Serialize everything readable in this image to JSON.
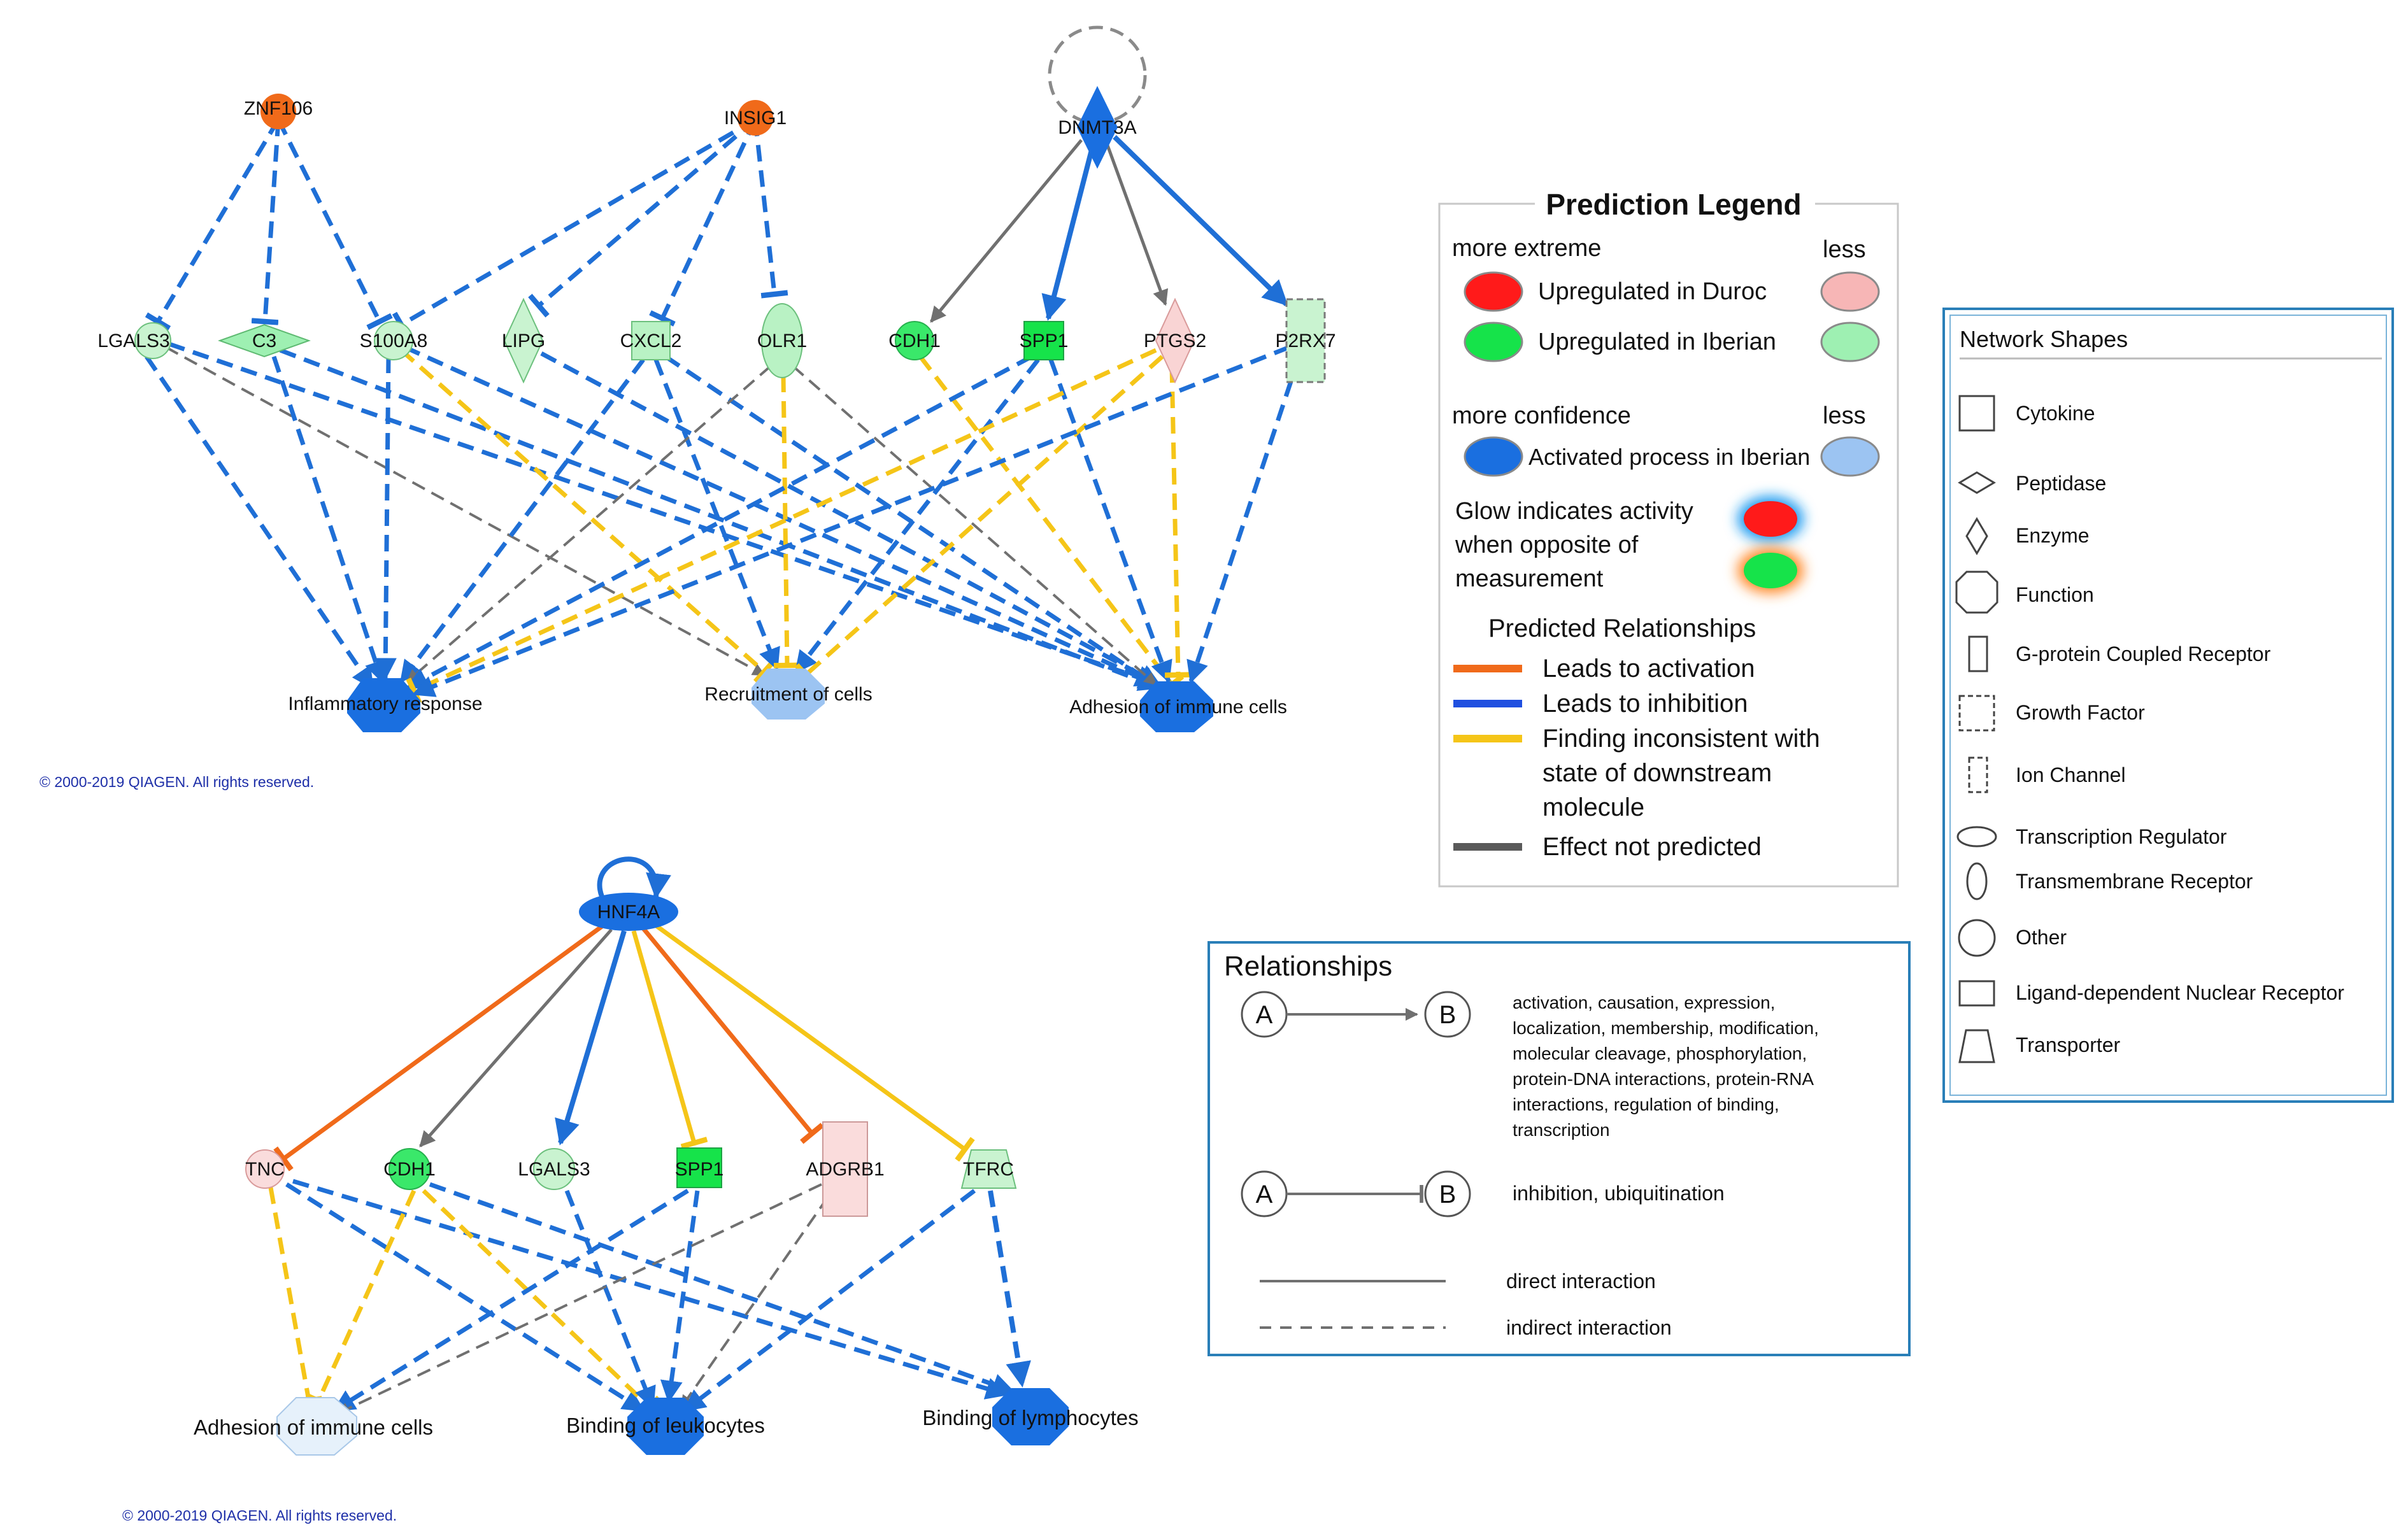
{
  "copyright": "© 2000-2019 QIAGEN. All rights reserved.",
  "top_network": {
    "molecules": {
      "znf106": "ZNF106",
      "insig1": "INSIG1",
      "dnmt3a": "DNMT3A",
      "lgals3": "LGALS3",
      "c3": "C3",
      "s100a8": "S100A8",
      "lipg": "LIPG",
      "cxcl2": "CXCL2",
      "olr1": "OLR1",
      "cdh1": "CDH1",
      "spp1": "SPP1",
      "ptgs2": "PTGS2",
      "p2rx7": "P2RX7"
    },
    "functions": {
      "inflammatory": "Inflammatory response",
      "recruitment": "Recruitment of cells",
      "adhesion": "Adhesion of immune cells"
    }
  },
  "bottom_network": {
    "molecules": {
      "hnf4a": "HNF4A",
      "tnc": "TNC",
      "cdh1": "CDH1",
      "lgals3": "LGALS3",
      "spp1": "SPP1",
      "adgrb1": "ADGRB1",
      "tfrc": "TFRC"
    },
    "functions": {
      "adhesion": "Adhesion of immune cells",
      "leukocytes": "Binding of leukocytes",
      "lymphocytes": "Binding of lymphocytes"
    }
  },
  "prediction_legend": {
    "title": "Prediction Legend",
    "more_extreme": "more extreme",
    "less": "less",
    "up_duroc": "Upregulated in Duroc",
    "up_iberian": "Upregulated in Iberian",
    "more_confidence": "more confidence",
    "less2": "less",
    "activated": "Activated process in Iberian",
    "glow_1": "Glow indicates activity",
    "glow_2": "when opposite of",
    "glow_3": "measurement",
    "predicted_title": "Predicted Relationships",
    "leads_activation": "Leads to activation",
    "leads_inhibition": "Leads to inhibition",
    "inconsistent_1": "Finding inconsistent with",
    "inconsistent_2": "state of downstream",
    "inconsistent_3": "molecule",
    "not_predicted": "Effect not predicted"
  },
  "network_shapes": {
    "title": "Network Shapes",
    "items": [
      "Cytokine",
      "Peptidase",
      "Enzyme",
      "Function",
      "G-protein Coupled Receptor",
      "Growth Factor",
      "Ion Channel",
      "Transcription Regulator",
      "Transmembrane Receptor",
      "Other",
      "Ligand-dependent Nuclear Receptor",
      "Transporter"
    ]
  },
  "relationships": {
    "title": "Relationships",
    "node_a": "A",
    "node_b": "B",
    "activation_lines": [
      "activation, causation, expression,",
      "localization, membership, modification,",
      "molecular cleavage, phosphorylation,",
      "protein-DNA interactions, protein-RNA",
      "interactions, regulation of binding,",
      "transcription"
    ],
    "inhibition": "inhibition, ubiquitination",
    "direct": "direct interaction",
    "indirect": "indirect interaction"
  },
  "colors": {
    "activation": "#f06a1a",
    "inhibition": "#1f6fd6",
    "inconsistent": "#f5c518",
    "not_predicted": "#707070",
    "duroc_dark": "#ff1a1a",
    "duroc_light": "#f7b6b6",
    "iberian_dark": "#16e34a",
    "iberian_light": "#b9f2c4",
    "activated_dark": "#1a6fe0",
    "activated_light": "#9cc4f2"
  }
}
